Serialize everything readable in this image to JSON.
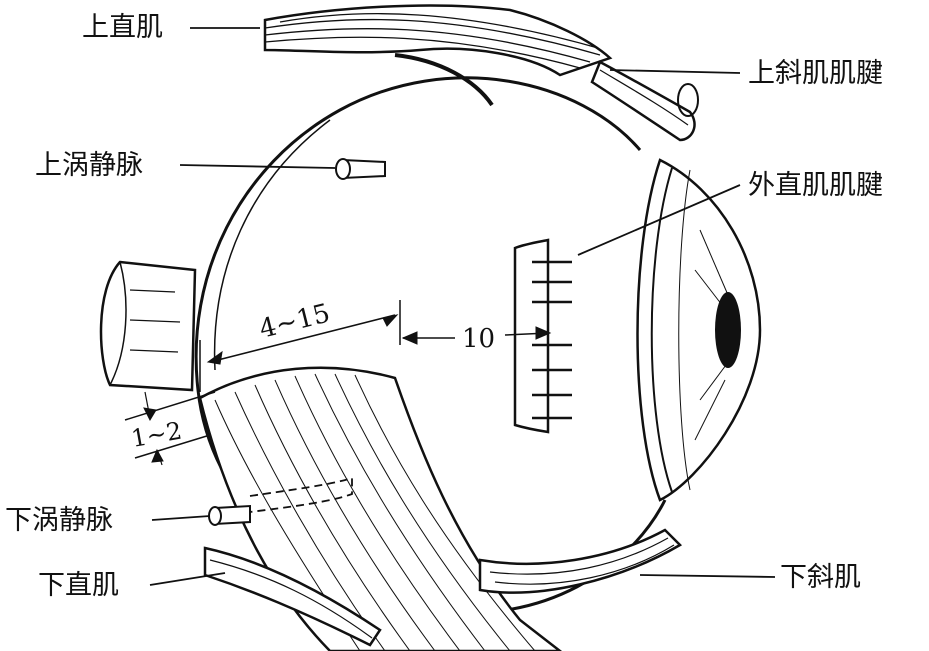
{
  "labels": {
    "superior_rectus": "上直肌",
    "superior_oblique_tendon": "上斜肌肌腱",
    "superior_vortex_vein": "上涡静脉",
    "lateral_rectus_tendon": "外直肌肌腱",
    "inferior_vortex_vein": "下涡静脉",
    "inferior_rectus": "下直肌",
    "inferior_oblique": "下斜肌"
  },
  "measurements": {
    "insertion_span": "4~15",
    "distance_to_limbus": "10",
    "width": "1~2"
  },
  "colors": {
    "ink": "#111111",
    "background": "#ffffff"
  }
}
